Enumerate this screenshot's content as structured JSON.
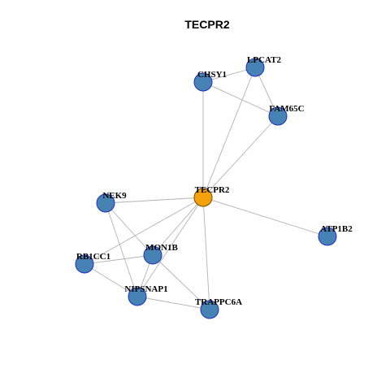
{
  "diagram": {
    "title": "TECPR2",
    "colors": {
      "center_fill": "#f5a20a",
      "center_stroke": "#7a4a00",
      "node_fill": "#4682b4",
      "node_stroke": "#1f2fbf",
      "edge": "#b3b3b3"
    },
    "nodes": [
      {
        "id": "TECPR2",
        "label": "TECPR2",
        "center": true
      },
      {
        "id": "LPCAT2",
        "label": "LPCAT2"
      },
      {
        "id": "CHSY1",
        "label": "CHSY1"
      },
      {
        "id": "FAM65C",
        "label": "FAM65C"
      },
      {
        "id": "NEK9",
        "label": "NEK9"
      },
      {
        "id": "ATP1B2",
        "label": "ATP1B2"
      },
      {
        "id": "MON1B",
        "label": "MON1B"
      },
      {
        "id": "RB1CC1",
        "label": "RB1CC1"
      },
      {
        "id": "NIPSNAP1",
        "label": "NIPSNAP1"
      },
      {
        "id": "TRAPPC6A",
        "label": "TRAPPC6A"
      }
    ],
    "edges": [
      [
        "CHSY1",
        "LPCAT2"
      ],
      [
        "CHSY1",
        "FAM65C"
      ],
      [
        "LPCAT2",
        "FAM65C"
      ],
      [
        "CHSY1",
        "TECPR2"
      ],
      [
        "LPCAT2",
        "TECPR2"
      ],
      [
        "FAM65C",
        "TECPR2"
      ],
      [
        "NEK9",
        "TECPR2"
      ],
      [
        "TECPR2",
        "ATP1B2"
      ],
      [
        "TECPR2",
        "MON1B"
      ],
      [
        "TECPR2",
        "RB1CC1"
      ],
      [
        "TECPR2",
        "NIPSNAP1"
      ],
      [
        "TECPR2",
        "TRAPPC6A"
      ],
      [
        "NEK9",
        "MON1B"
      ],
      [
        "NEK9",
        "NIPSNAP1"
      ],
      [
        "RB1CC1",
        "MON1B"
      ],
      [
        "RB1CC1",
        "NIPSNAP1"
      ],
      [
        "MON1B",
        "NIPSNAP1"
      ],
      [
        "MON1B",
        "TRAPPC6A"
      ],
      [
        "NIPSNAP1",
        "TRAPPC6A"
      ]
    ]
  }
}
